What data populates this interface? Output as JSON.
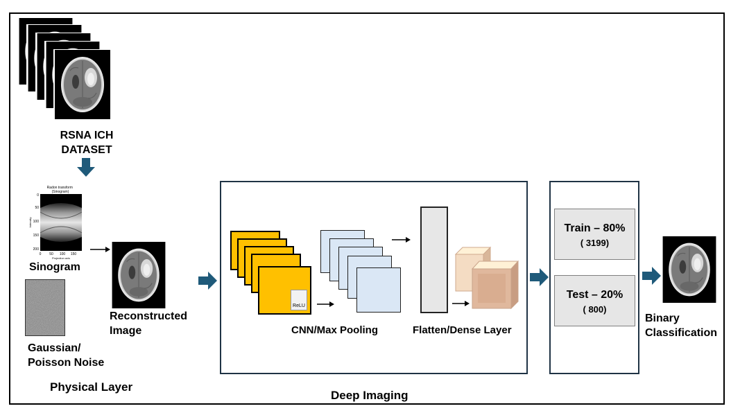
{
  "labels": {
    "dataset": "RSNA ICH\nDATASET",
    "sinogram": "Sinogram",
    "noise": "Gaussian/\nPoisson Noise",
    "physical_layer": "Physical Layer",
    "reconstructed": "Reconstructed\nImage",
    "cnn": "CNN/Max Pooling",
    "flatten": "Flatten/Dense Layer",
    "deep_imaging": "Deep Imaging",
    "train": "Train – 80%",
    "train_count": "( 3199)",
    "test": "Test – 20%",
    "test_count": "( 800)",
    "binary": "Binary\nClassification",
    "relu": "ReLU"
  },
  "sinogram_plot": {
    "title": "Radon transform\n(Sinogram)",
    "ylabel": "Intensity",
    "xlabel": "Projection axis",
    "y_ticks": [
      "0",
      "50",
      "100",
      "150",
      "200"
    ],
    "x_ticks": [
      "0",
      "50",
      "100",
      "150"
    ]
  },
  "colors": {
    "arrow": "#1f5a7a",
    "conv_fill": "#ffc000",
    "pool_fill": "#dae7f5",
    "dense_fill": "#e7e7e7",
    "border": "#1f3345"
  },
  "icons": [
    "brain-ct-icon",
    "sinogram-icon",
    "noise-icon",
    "relu-icon",
    "cube-icon",
    "arrow-icon"
  ]
}
